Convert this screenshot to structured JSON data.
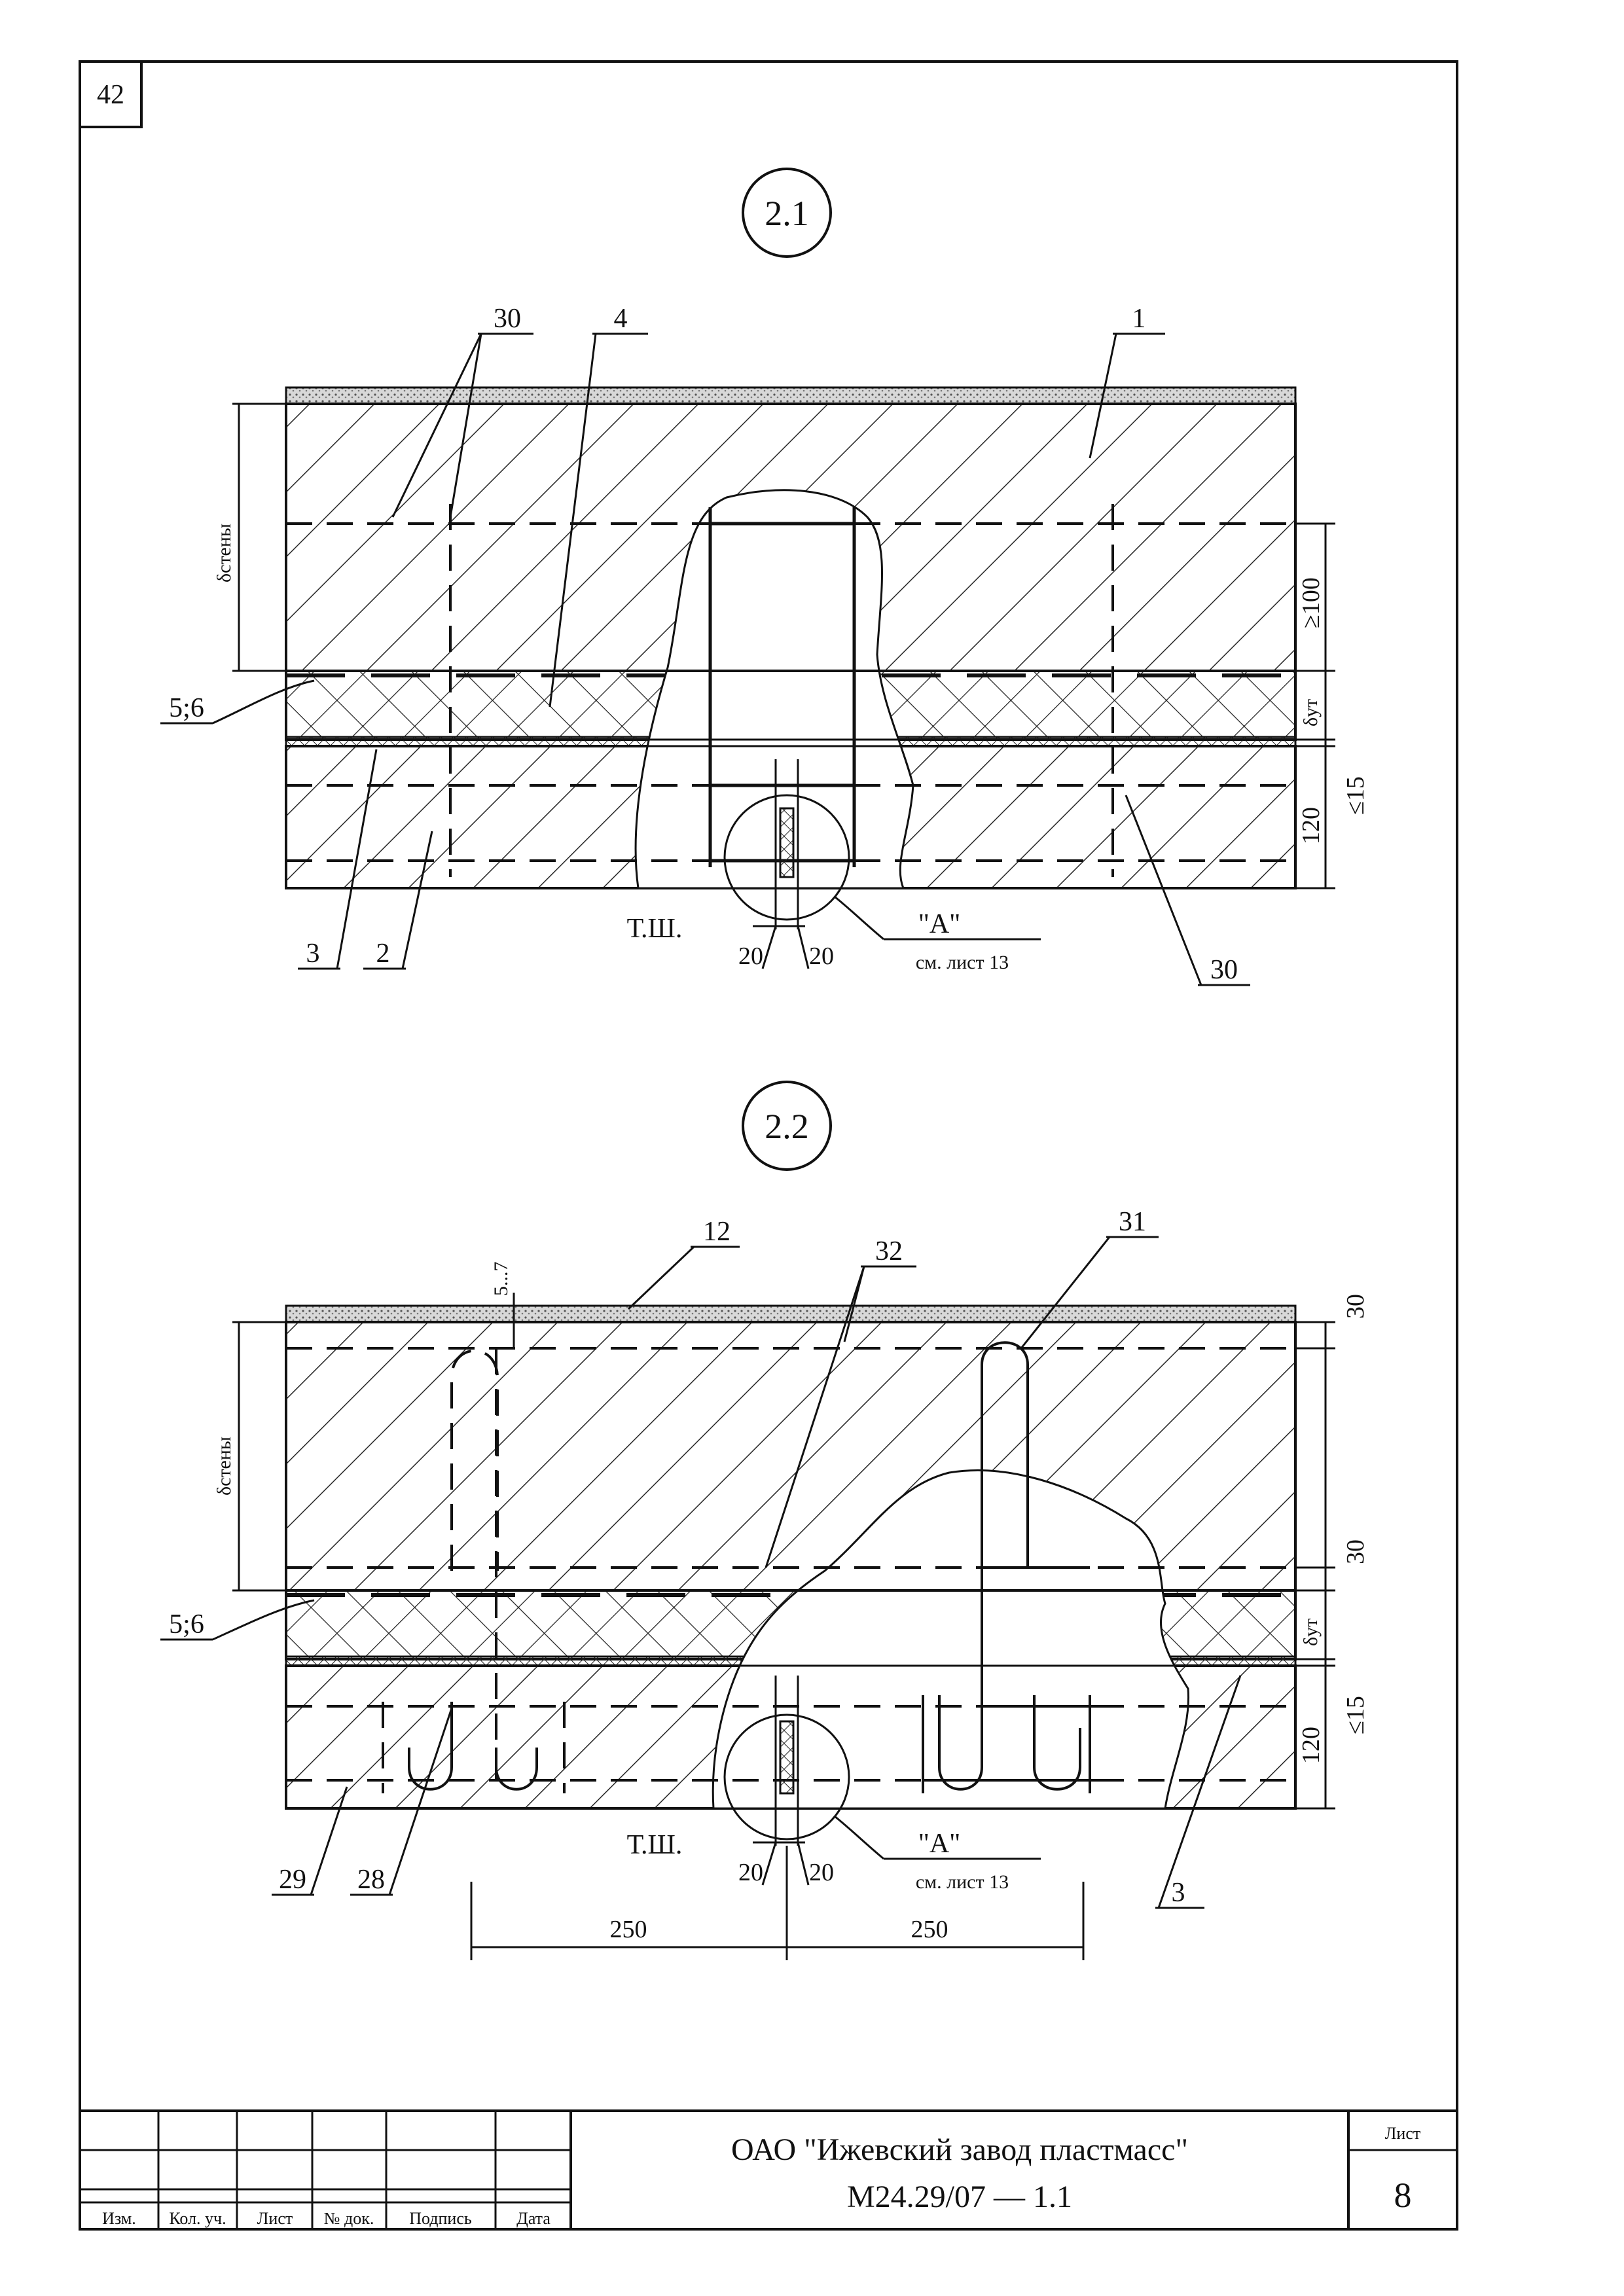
{
  "sheet_number_corner": "42",
  "detail_2_1": {
    "title": "2.1",
    "callouts": {
      "c30_top": "30",
      "c4": "4",
      "c1": "1",
      "c56": "5;6",
      "c3": "3",
      "c2": "2",
      "c30_bottom": "30"
    },
    "joint_label": "Т.Ш.",
    "gap_left": "20",
    "gap_right": "20",
    "ref_label": "\"А\"",
    "ref_sheet": "см. лист 13",
    "dims": {
      "wall_thickness": "δстены",
      "min_100": "≥100",
      "insulation": "δут",
      "max_15": "≤15",
      "outer_layer": "120"
    }
  },
  "detail_2_2": {
    "title": "2.2",
    "callouts": {
      "c12": "12",
      "c32": "32",
      "c31": "31",
      "c56": "5;6",
      "c29": "29",
      "c28": "28",
      "c3": "3"
    },
    "note_5_7": "5...7",
    "joint_label": "Т.Ш.",
    "gap_left": "20",
    "gap_right": "20",
    "ref_label": "\"А\"",
    "ref_sheet": "см. лист 13",
    "dims": {
      "wall_thickness": "δстены",
      "top_30": "30",
      "mid_30": "30",
      "insulation": "δут",
      "max_15": "≤15",
      "outer_layer": "120",
      "span_left": "250",
      "span_right": "250"
    }
  },
  "title_block": {
    "columns": [
      "Изм.",
      "Кол. уч.",
      "Лист",
      "№ док.",
      "Подпись",
      "Дата"
    ],
    "organization": "ОАО \"Ижевский завод пластмасс\"",
    "document_code": "М24.29/07 — 1.1",
    "sheet_label": "Лист",
    "sheet_value": "8"
  }
}
